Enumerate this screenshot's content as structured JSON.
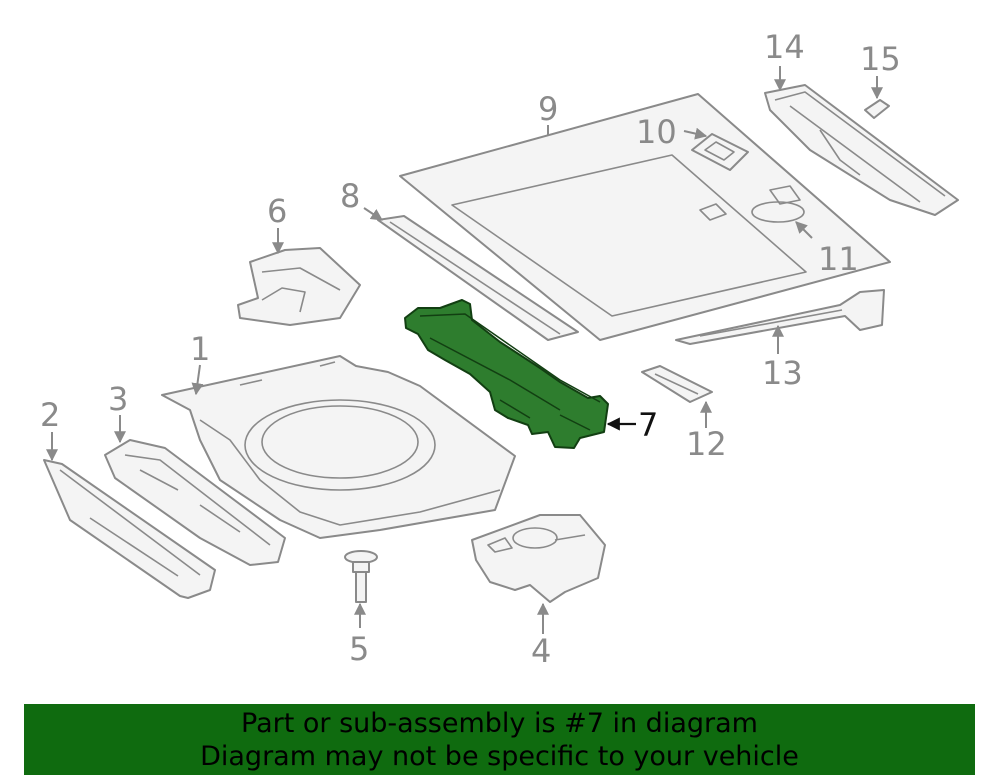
{
  "diagram": {
    "callouts": [
      "1",
      "2",
      "3",
      "4",
      "5",
      "6",
      "7",
      "8",
      "9",
      "10",
      "11",
      "12",
      "13",
      "14",
      "15"
    ],
    "highlight_color": "#2e7d2e",
    "part_stroke_color": "#8a8a8a"
  },
  "banner": {
    "line1": "Part or sub-assembly is #7 in diagram",
    "line2": "Diagram may not be specific to your vehicle",
    "background": "#0f6b0f"
  }
}
